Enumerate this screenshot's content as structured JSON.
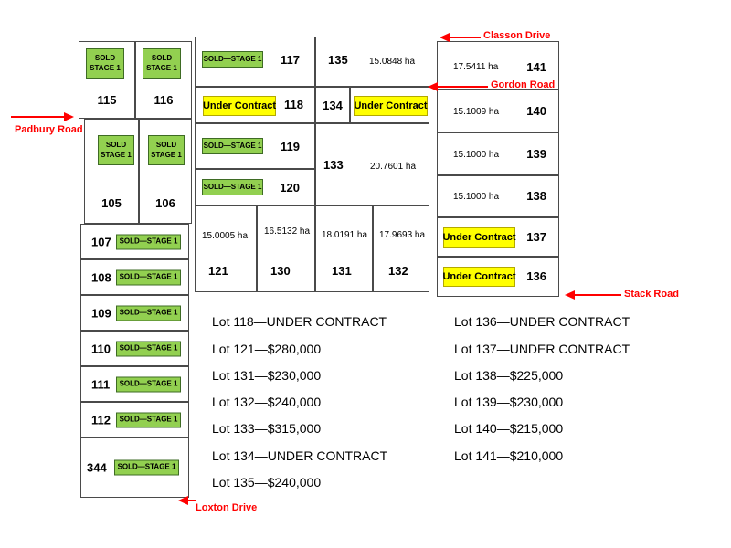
{
  "roads": {
    "padbury": "Padbury Road",
    "classon": "Classon Drive",
    "gordon": "Gordon Road",
    "stack": "Stack Road",
    "loxton": "Loxton Drive"
  },
  "badges": {
    "sold_line1": "SOLD",
    "sold_line2": "STAGE 1",
    "sold_inline": "SOLD—STAGE 1",
    "under_contract": "Under Contract"
  },
  "colors": {
    "sold_green": "#92d050",
    "contract_yellow": "#ffff00",
    "road_red": "#ff0000"
  },
  "lots": {
    "105": {
      "num": "105"
    },
    "106": {
      "num": "106"
    },
    "107": {
      "num": "107"
    },
    "108": {
      "num": "108"
    },
    "109": {
      "num": "109"
    },
    "110": {
      "num": "110"
    },
    "111": {
      "num": "111"
    },
    "112": {
      "num": "112"
    },
    "115": {
      "num": "115"
    },
    "116": {
      "num": "116"
    },
    "117": {
      "num": "117"
    },
    "118": {
      "num": "118"
    },
    "119": {
      "num": "119"
    },
    "120": {
      "num": "120"
    },
    "121": {
      "num": "121",
      "area": "15.0005 ha"
    },
    "130": {
      "num": "130",
      "area": "16.5132 ha"
    },
    "131": {
      "num": "131",
      "area": "18.0191 ha"
    },
    "132": {
      "num": "132",
      "area": "17.9693 ha"
    },
    "133": {
      "num": "133",
      "area": "20.7601 ha"
    },
    "134": {
      "num": "134"
    },
    "135": {
      "num": "135",
      "area": "15.0848 ha"
    },
    "136": {
      "num": "136"
    },
    "137": {
      "num": "137"
    },
    "138": {
      "num": "138",
      "area": "15.1000 ha"
    },
    "139": {
      "num": "139",
      "area": "15.1000 ha"
    },
    "140": {
      "num": "140",
      "area": "15.1009 ha"
    },
    "141": {
      "num": "141",
      "area": "17.5411 ha"
    },
    "344": {
      "num": "344"
    }
  },
  "price_list": {
    "left": [
      "Lot 118—UNDER CONTRACT",
      "Lot 121—$280,000",
      "Lot 131—$230,000",
      "Lot 132—$240,000",
      "Lot 133—$315,000",
      "Lot 134—UNDER CONTRACT",
      "Lot 135—$240,000"
    ],
    "right": [
      "Lot 136—UNDER CONTRACT",
      "Lot 137—UNDER CONTRACT",
      "Lot 138—$225,000",
      "Lot 139—$230,000",
      "Lot 140—$215,000",
      "Lot 141—$210,000"
    ]
  }
}
